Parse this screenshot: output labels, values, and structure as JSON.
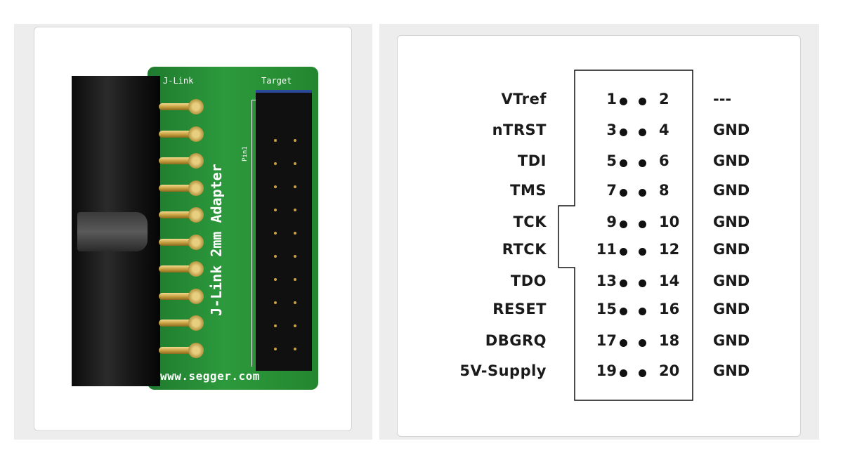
{
  "photo": {
    "label_jlink": "J-Link",
    "label_target": "Target",
    "label_adapter": "J-Link 2mm Adapter",
    "label_pin1": "Pin1",
    "label_url": "www.segger.com"
  },
  "pinout": {
    "rows": [
      {
        "signal": "VTref",
        "left_pin": "1",
        "right_pin": "2",
        "right_signal": "---"
      },
      {
        "signal": "nTRST",
        "left_pin": "3",
        "right_pin": "4",
        "right_signal": "GND"
      },
      {
        "signal": "TDI",
        "left_pin": "5",
        "right_pin": "6",
        "right_signal": "GND"
      },
      {
        "signal": "TMS",
        "left_pin": "7",
        "right_pin": "8",
        "right_signal": "GND"
      },
      {
        "signal": "TCK",
        "left_pin": "9",
        "right_pin": "10",
        "right_signal": "GND"
      },
      {
        "signal": "RTCK",
        "left_pin": "11",
        "right_pin": "12",
        "right_signal": "GND"
      },
      {
        "signal": "TDO",
        "left_pin": "13",
        "right_pin": "14",
        "right_signal": "GND"
      },
      {
        "signal": "RESET",
        "left_pin": "15",
        "right_pin": "16",
        "right_signal": "GND"
      },
      {
        "signal": "DBGRQ",
        "left_pin": "17",
        "right_pin": "18",
        "right_signal": "GND"
      },
      {
        "signal": "5V-Supply",
        "left_pin": "19",
        "right_pin": "20",
        "right_signal": "GND"
      }
    ]
  }
}
